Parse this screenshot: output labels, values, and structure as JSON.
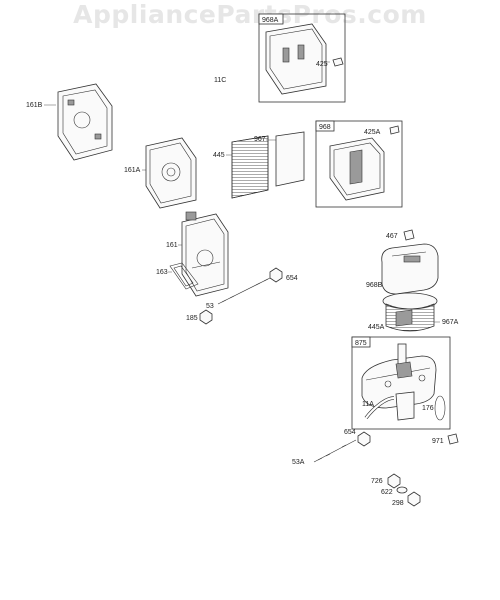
{
  "watermark": "AppliancePartsPros.com",
  "labels": {
    "p968a": "968A",
    "p425": "425",
    "p11c": "11C",
    "p161b": "161B",
    "p445": "445",
    "p967": "967",
    "p968": "968",
    "p425a": "425A",
    "p161a": "161A",
    "p161": "161",
    "p163": "163",
    "p654a": "654",
    "p53": "53",
    "p185": "185",
    "p467": "467",
    "p968b": "968B",
    "p445a": "445A",
    "p967a": "967A",
    "p875": "875",
    "p11a": "11A",
    "p176": "176",
    "p654b": "654",
    "p971": "971",
    "p53a": "53A",
    "p726": "726",
    "p622": "622",
    "p298": "298"
  }
}
